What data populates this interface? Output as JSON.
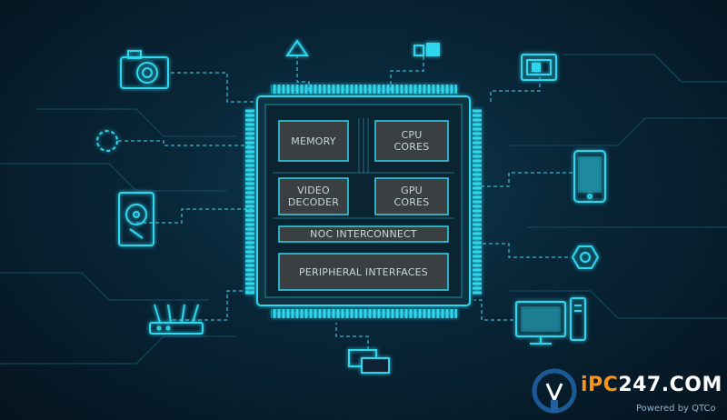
{
  "chip": {
    "blocks": [
      {
        "id": "memory",
        "line1": "MEMORY",
        "line2": ""
      },
      {
        "id": "cpu",
        "line1": "CPU",
        "line2": "CORES"
      },
      {
        "id": "video",
        "line1": "VIDEO",
        "line2": "DECODER"
      },
      {
        "id": "gpu",
        "line1": "GPU",
        "line2": "CORES"
      },
      {
        "id": "noc",
        "line1": "NOC INTERCONNECT",
        "line2": ""
      },
      {
        "id": "peripheral",
        "line1": "PERIPHERAL INTERFACES",
        "line2": ""
      }
    ]
  },
  "peripherals": [
    "camera-icon",
    "triangle-icon",
    "squares-icon",
    "screen-display-icon",
    "dashed-circle-icon",
    "tablet-icon",
    "hard-drive-icon",
    "hexagon-icon",
    "router-icon",
    "desktop-computer-icon",
    "overlapping-rectangles-icon"
  ],
  "watermark": {
    "brand_accent": "iPC",
    "brand_rest": "247.COM",
    "tagline": "Powered by QTCo"
  },
  "colors": {
    "glow": "#2fd6ee",
    "line": "#39b6d0",
    "block_fill": "#3a3f42",
    "background": "#082536",
    "accent": "#f7941d"
  }
}
